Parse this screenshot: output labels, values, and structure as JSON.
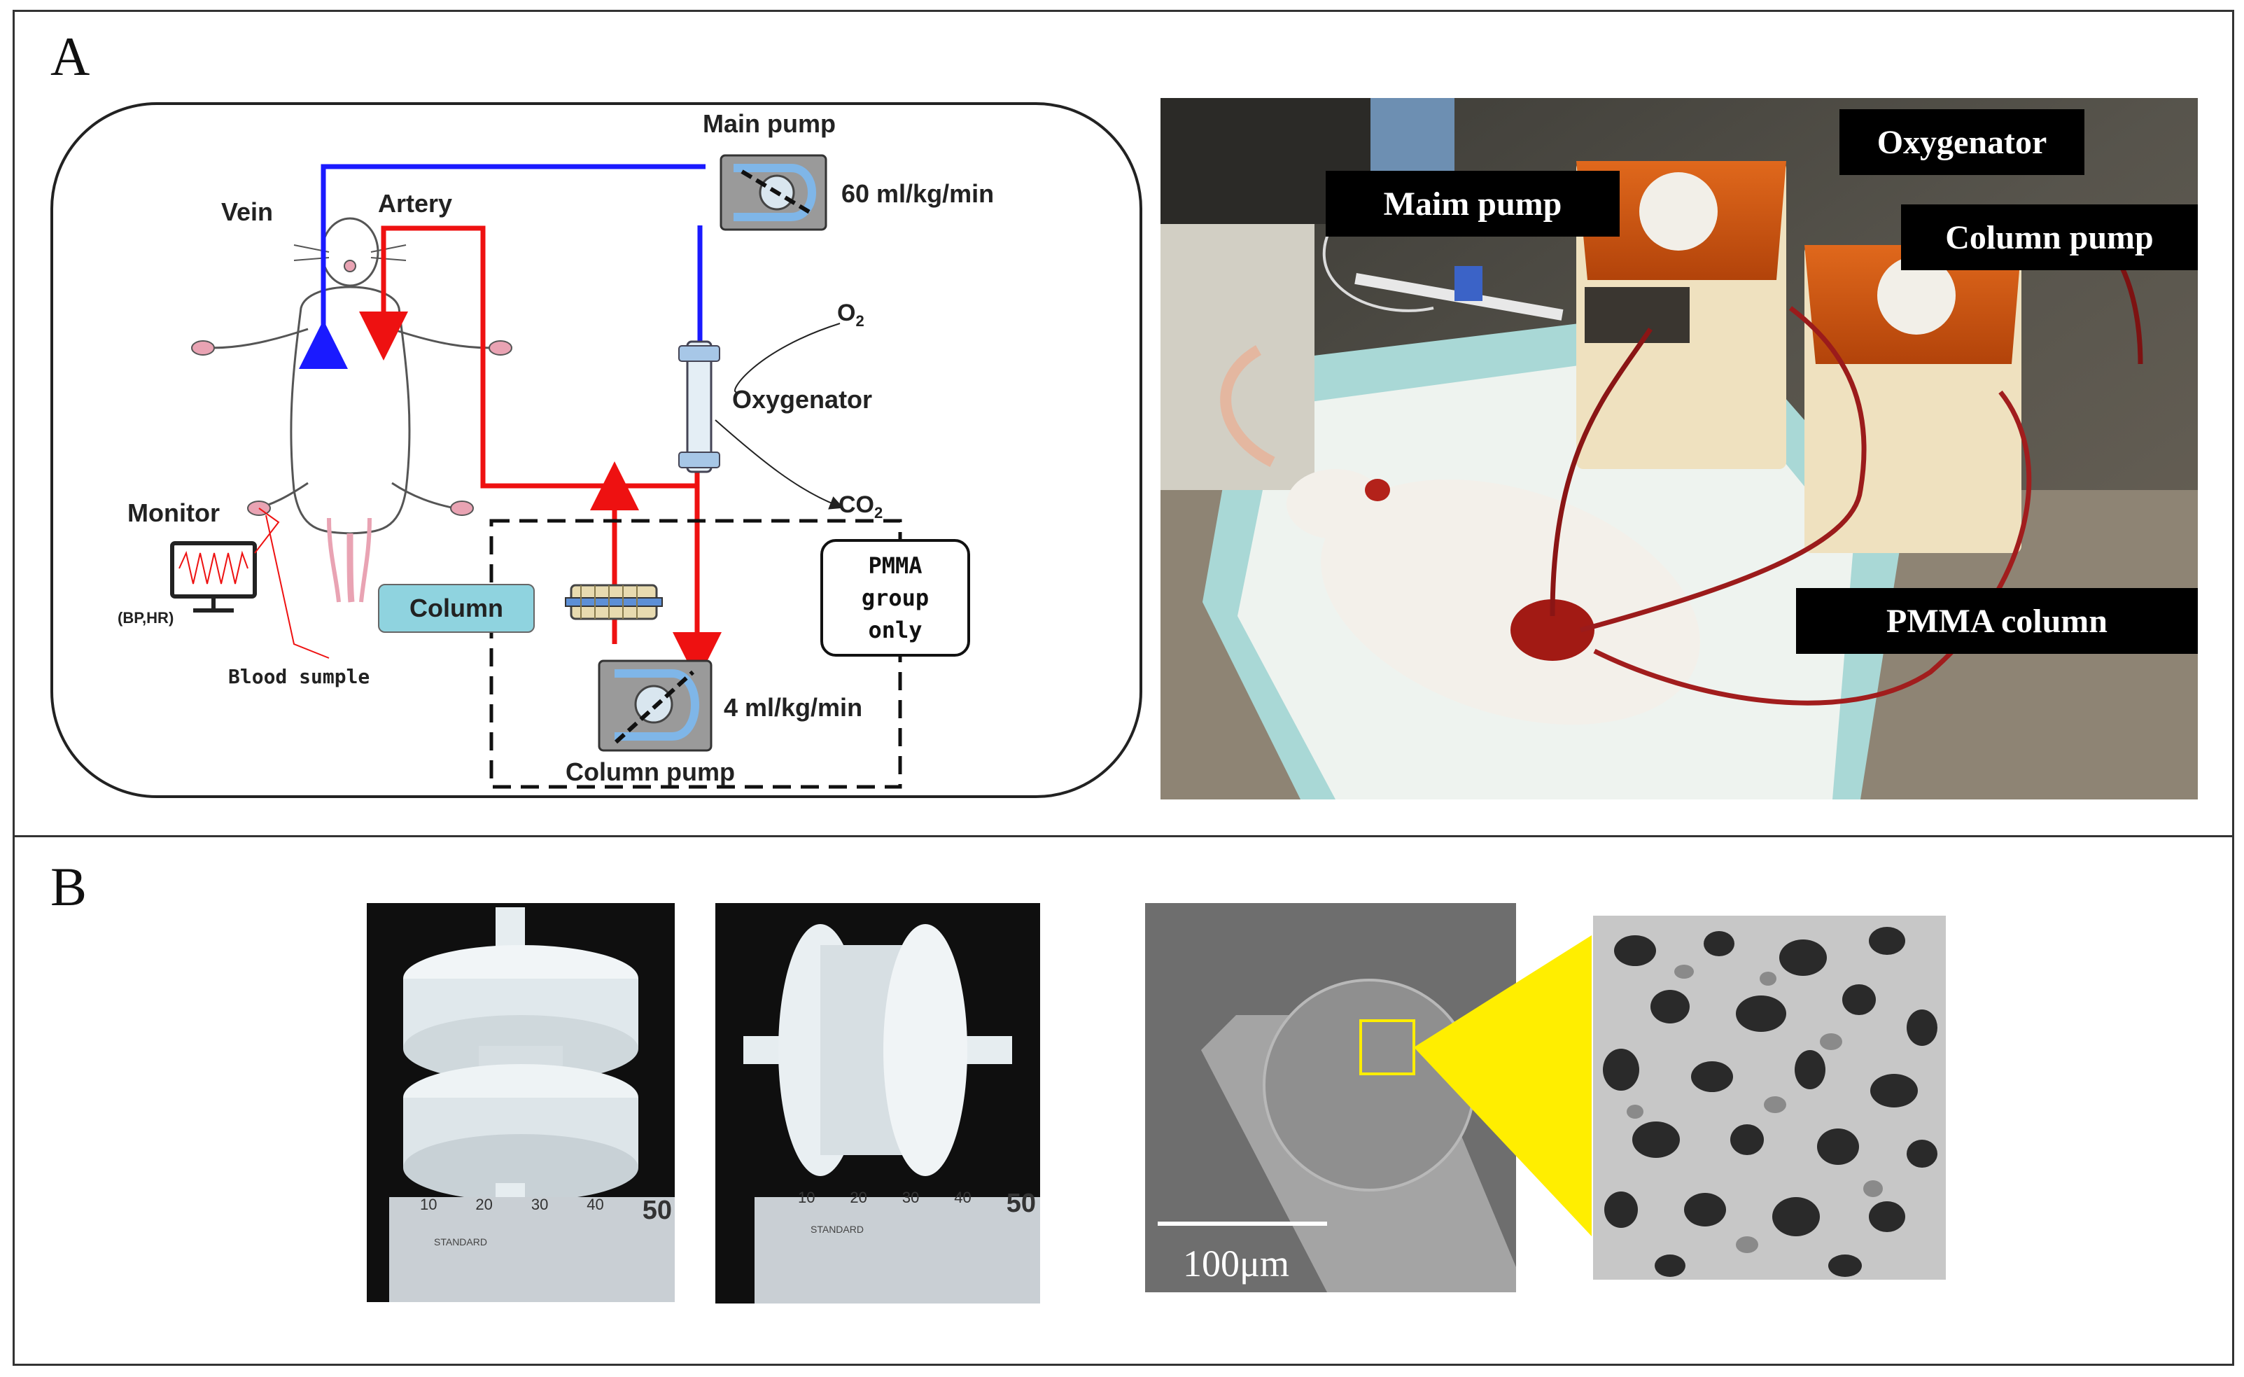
{
  "panels": {
    "a_letter": "A",
    "b_letter": "B"
  },
  "diagram": {
    "vein": "Vein",
    "artery": "Artery",
    "main_pump": "Main pump",
    "main_rate": "60 ml/kg/min",
    "o2_base": "O",
    "o2_sub": "2",
    "oxygenator": "Oxygenator",
    "co2_base": "CO",
    "co2_sub": "2",
    "monitor": "Monitor",
    "bp_hr": "(BP,HR)",
    "blood_sample": "Blood sumple",
    "column": "Column",
    "pmma_line1": "PMMA",
    "pmma_line2": "group",
    "pmma_line3": "only",
    "column_rate": "4 ml/kg/min",
    "column_pump": "Column pump"
  },
  "photo_labels": {
    "main_pump": "Maim pump",
    "oxygenator": "Oxygenator",
    "column_pump": "Column pump",
    "pmma_column": "PMMA column"
  },
  "sem": {
    "scale_bar": "100μm"
  },
  "ruler": {
    "ticks_1": [
      "10",
      "20",
      "30",
      "40",
      "50"
    ],
    "ticks_2": [
      "10",
      "20",
      "30",
      "40",
      "50"
    ],
    "brand": "STANDARD"
  },
  "colors": {
    "vein_line": "#1a1aff",
    "artery_line": "#ee1111",
    "column_box": "#8fd3df",
    "highlight": "#ffee00",
    "photo_label_bg": "#000000"
  }
}
